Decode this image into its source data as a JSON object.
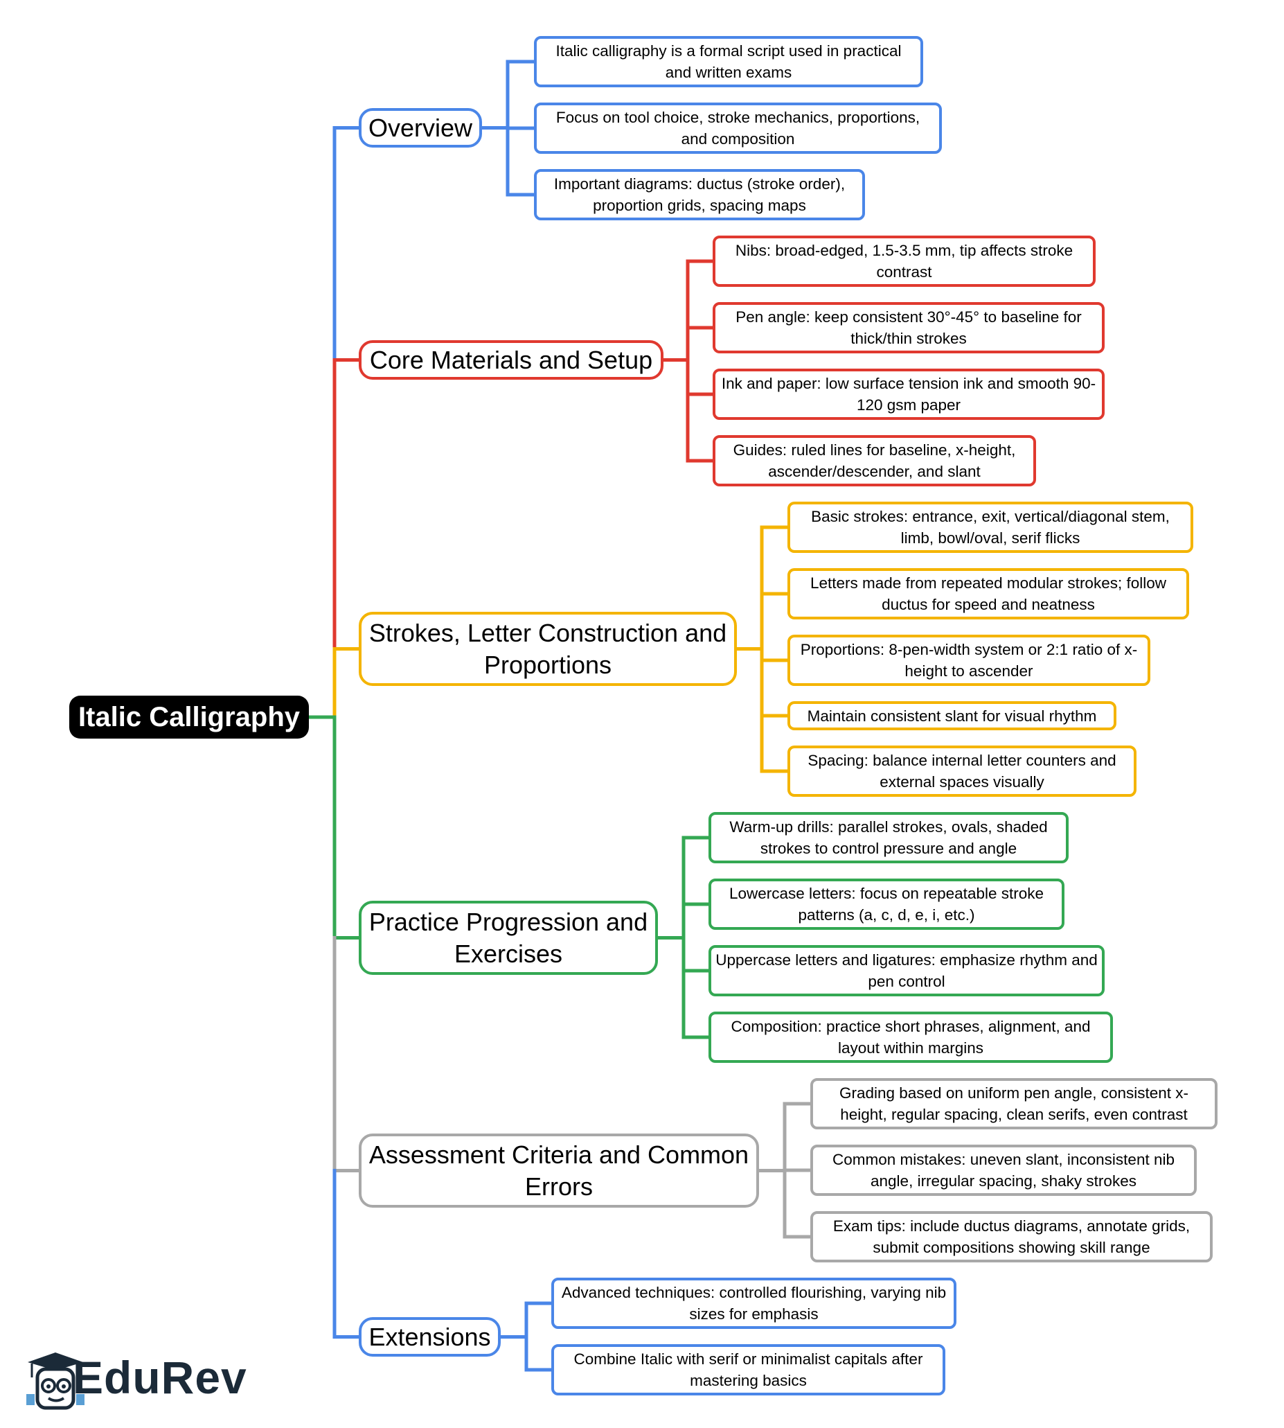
{
  "root": {
    "label": "Italic Calligraphy"
  },
  "colors": {
    "blue": "#4a86e8",
    "red": "#e0392f",
    "yellow": "#f4b400",
    "green": "#34a853",
    "gray": "#a8a8a8"
  },
  "branches": [
    {
      "label": "Overview",
      "color": "#4a86e8",
      "items": [
        "Italic calligraphy is a formal script used in practical and written exams",
        "Focus on tool choice, stroke mechanics, proportions, and composition",
        "Important diagrams: ductus (stroke order), proportion grids, spacing maps"
      ]
    },
    {
      "label": "Core Materials and Setup",
      "color": "#e0392f",
      "items": [
        "Nibs: broad-edged, 1.5-3.5 mm, tip affects stroke contrast",
        "Pen angle: keep consistent 30°-45° to baseline for thick/thin strokes",
        "Ink and paper: low surface tension ink and smooth 90-120 gsm paper",
        "Guides: ruled lines for baseline, x-height, ascender/descender, and slant"
      ]
    },
    {
      "label": "Strokes, Letter Construction and Proportions",
      "color": "#f4b400",
      "items": [
        "Basic strokes: entrance, exit, vertical/diagonal stem, limb, bowl/oval, serif flicks",
        "Letters made from repeated modular strokes; follow ductus for speed and neatness",
        "Proportions: 8-pen-width system or 2:1 ratio of x-height to ascender",
        "Maintain consistent slant for visual rhythm",
        "Spacing: balance internal letter counters and external spaces visually"
      ]
    },
    {
      "label": "Practice Progression and Exercises",
      "color": "#34a853",
      "items": [
        "Warm-up drills: parallel strokes, ovals, shaded strokes to control pressure and angle",
        "Lowercase letters: focus on repeatable stroke patterns (a, c, d, e, i, etc.)",
        "Uppercase letters and ligatures: emphasize rhythm and pen control",
        "Composition: practice short phrases, alignment, and layout within margins"
      ]
    },
    {
      "label": "Assessment Criteria and Common Errors",
      "color": "#a8a8a8",
      "items": [
        "Grading based on uniform pen angle, consistent x-height, regular spacing, clean serifs, even contrast",
        "Common mistakes: uneven slant, inconsistent nib angle, irregular spacing, shaky strokes",
        "Exam tips: include ductus diagrams, annotate grids, submit compositions showing skill range"
      ]
    },
    {
      "label": "Extensions",
      "color": "#4a86e8",
      "items": [
        "Advanced techniques: controlled flourishing, varying nib sizes for emphasis",
        "Combine Italic with serif or minimalist capitals after mastering basics"
      ]
    }
  ],
  "logo": {
    "text": "EduRev",
    "icon": "graduate-cap-face-icon"
  }
}
